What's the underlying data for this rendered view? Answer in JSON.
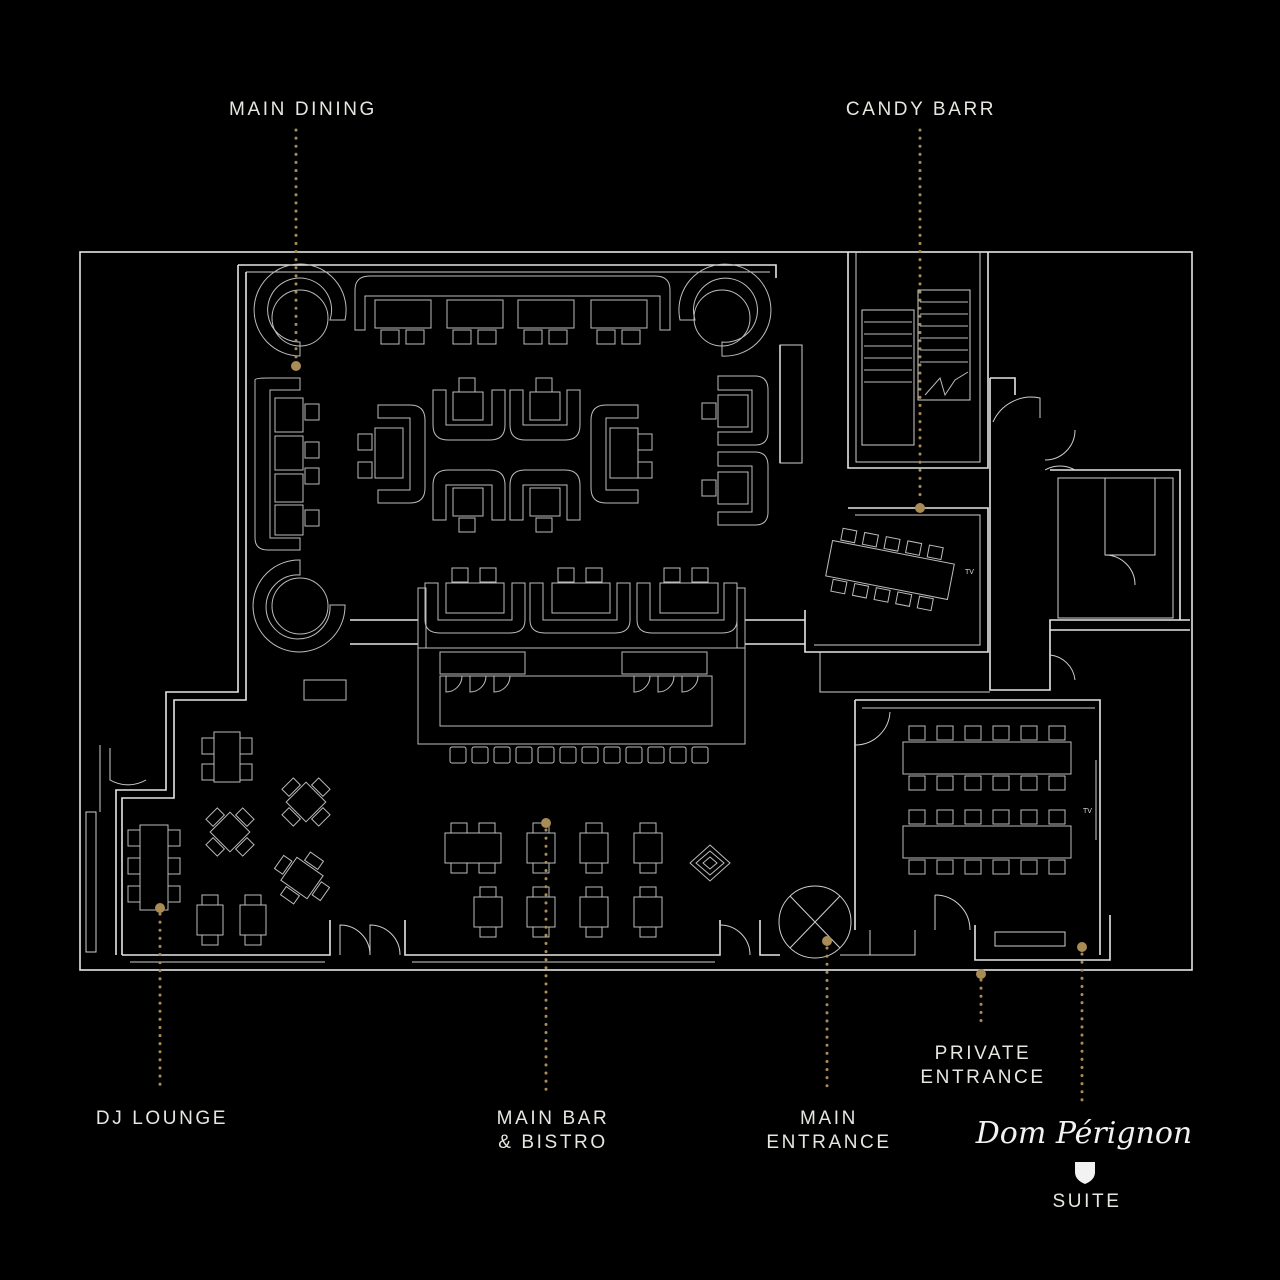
{
  "labels": {
    "main_dining": "MAIN DINING",
    "candy_barr": "CANDY BARR",
    "dj_lounge": "DJ LOUNGE",
    "main_bar_line1": "MAIN BAR",
    "main_bar_line2": "& BISTRO",
    "main_entrance_line1": "MAIN",
    "main_entrance_line2": "ENTRANCE",
    "private_entrance_line1": "PRIVATE",
    "private_entrance_line2": "ENTRANCE",
    "suite": "SUITE"
  },
  "brand": {
    "logo_text": "Dom Pérignon",
    "shield": "shield-icon"
  },
  "tv_labels": {
    "candy_barr_tv": "TV",
    "suite_tv": "TV"
  },
  "colors": {
    "background": "#000000",
    "lines": "#e6e6e6",
    "leader": "#a98b55"
  }
}
